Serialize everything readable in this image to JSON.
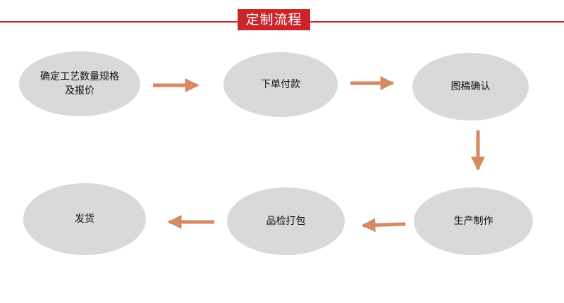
{
  "header": {
    "title": "定制流程",
    "color": "#c9262b"
  },
  "colors": {
    "node_fill": "#d9d9d9",
    "arrow": "#d48a62",
    "text": "#111111"
  },
  "steps": [
    {
      "label": "确定工艺数量规格及报价"
    },
    {
      "label": "下单付款"
    },
    {
      "label": "图稿确认"
    },
    {
      "label": "生产制作"
    },
    {
      "label": "品检打包"
    },
    {
      "label": "发货"
    }
  ]
}
